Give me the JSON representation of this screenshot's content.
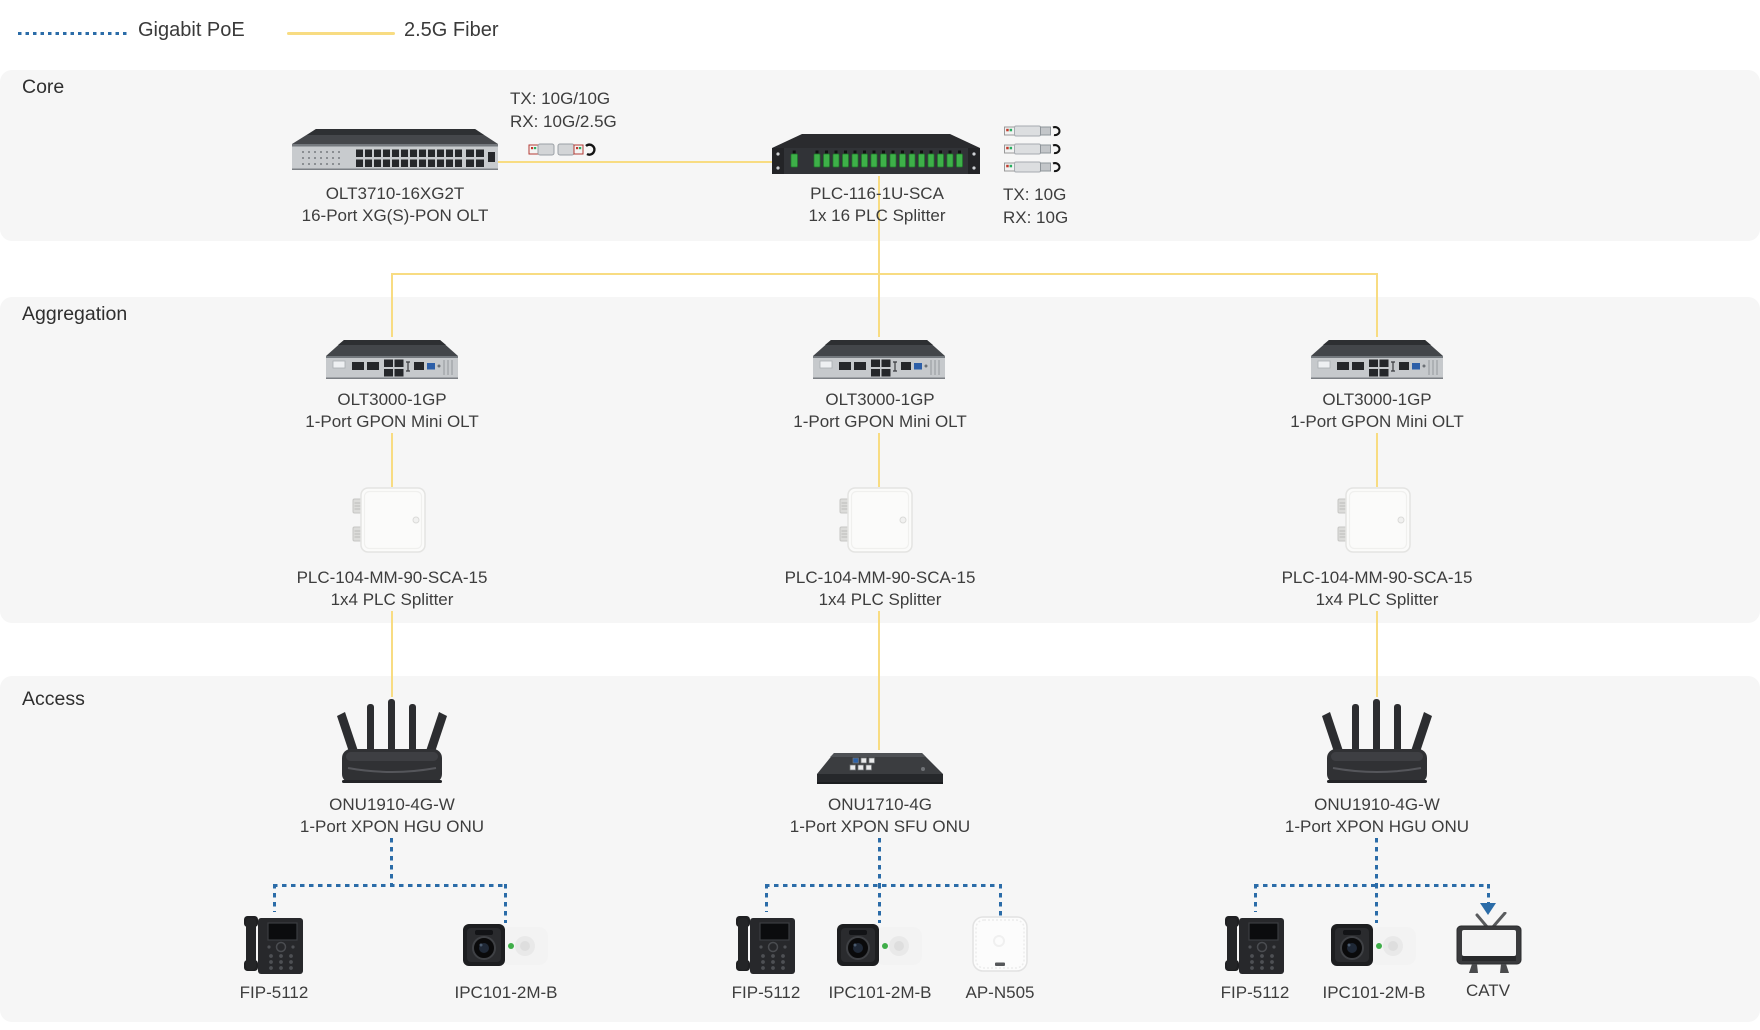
{
  "legend": {
    "poe_label": "Gigabit PoE",
    "fiber_label": "2.5G Fiber"
  },
  "sections": {
    "core": "Core",
    "aggregation": "Aggregation",
    "access": "Access"
  },
  "colors": {
    "poe_blue": "#2B6CA8",
    "fiber_yellow": "#F8DC82",
    "band_bg": "#F6F6F6",
    "text": "#3D3D3D"
  },
  "core": {
    "olt_model": "OLT3710-16XG2T",
    "olt_desc": "16-Port XG(S)-PON OLT",
    "uplink_tx": "TX: 10G/10G",
    "uplink_rx": "RX: 10G/2.5G",
    "splitter_model": "PLC-116-1U-SCA",
    "splitter_desc": "1x 16 PLC Splitter",
    "downlink_tx": "TX: 10G",
    "downlink_rx": "RX: 10G"
  },
  "aggregation": {
    "columns": [
      {
        "olt_model": "OLT3000-1GP",
        "olt_desc": "1-Port GPON Mini OLT",
        "splitter_model": "PLC-104-MM-90-SCA-15",
        "splitter_desc": "1x4 PLC Splitter"
      },
      {
        "olt_model": "OLT3000-1GP",
        "olt_desc": "1-Port GPON Mini OLT",
        "splitter_model": "PLC-104-MM-90-SCA-15",
        "splitter_desc": "1x4 PLC Splitter"
      },
      {
        "olt_model": "OLT3000-1GP",
        "olt_desc": "1-Port GPON Mini OLT",
        "splitter_model": "PLC-104-MM-90-SCA-15",
        "splitter_desc": "1x4 PLC Splitter"
      }
    ]
  },
  "access": {
    "columns": [
      {
        "onu_model": "ONU1910-4G-W",
        "onu_desc": "1-Port XPON HGU ONU",
        "devices": [
          {
            "label": "FIP-5112",
            "type": "ip-phone"
          },
          {
            "label": "IPC101-2M-B",
            "type": "ip-camera"
          }
        ]
      },
      {
        "onu_model": "ONU1710-4G",
        "onu_desc": "1-Port XPON SFU ONU",
        "devices": [
          {
            "label": "FIP-5112",
            "type": "ip-phone"
          },
          {
            "label": "IPC101-2M-B",
            "type": "ip-camera"
          },
          {
            "label": "AP-N505",
            "type": "access-point"
          }
        ]
      },
      {
        "onu_model": "ONU1910-4G-W",
        "onu_desc": "1-Port XPON HGU ONU",
        "devices": [
          {
            "label": "FIP-5112",
            "type": "ip-phone"
          },
          {
            "label": "IPC101-2M-B",
            "type": "ip-camera"
          },
          {
            "label": "CATV",
            "type": "catv-tv"
          }
        ]
      }
    ]
  }
}
